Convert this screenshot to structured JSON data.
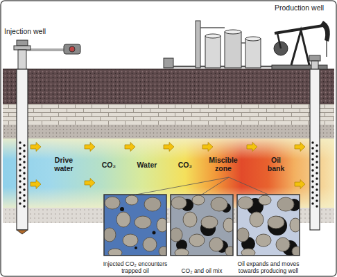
{
  "diagram": {
    "nodes": [
      {
        "text": [
          "Injected CO₂ encounters trapped oil"
        ]
      },
      {
        "text": [
          "CO₂ and oil mix"
        ]
      },
      {
        "text": [
          "Oil expands and moves towards producing well"
        ]
      }
    ],
    "labels": [
      "Injection well",
      "Production well",
      "Drive water",
      "CO₂",
      "Water",
      "CO₂",
      "Miscible zone",
      "Oil bank"
    ]
  }
}
